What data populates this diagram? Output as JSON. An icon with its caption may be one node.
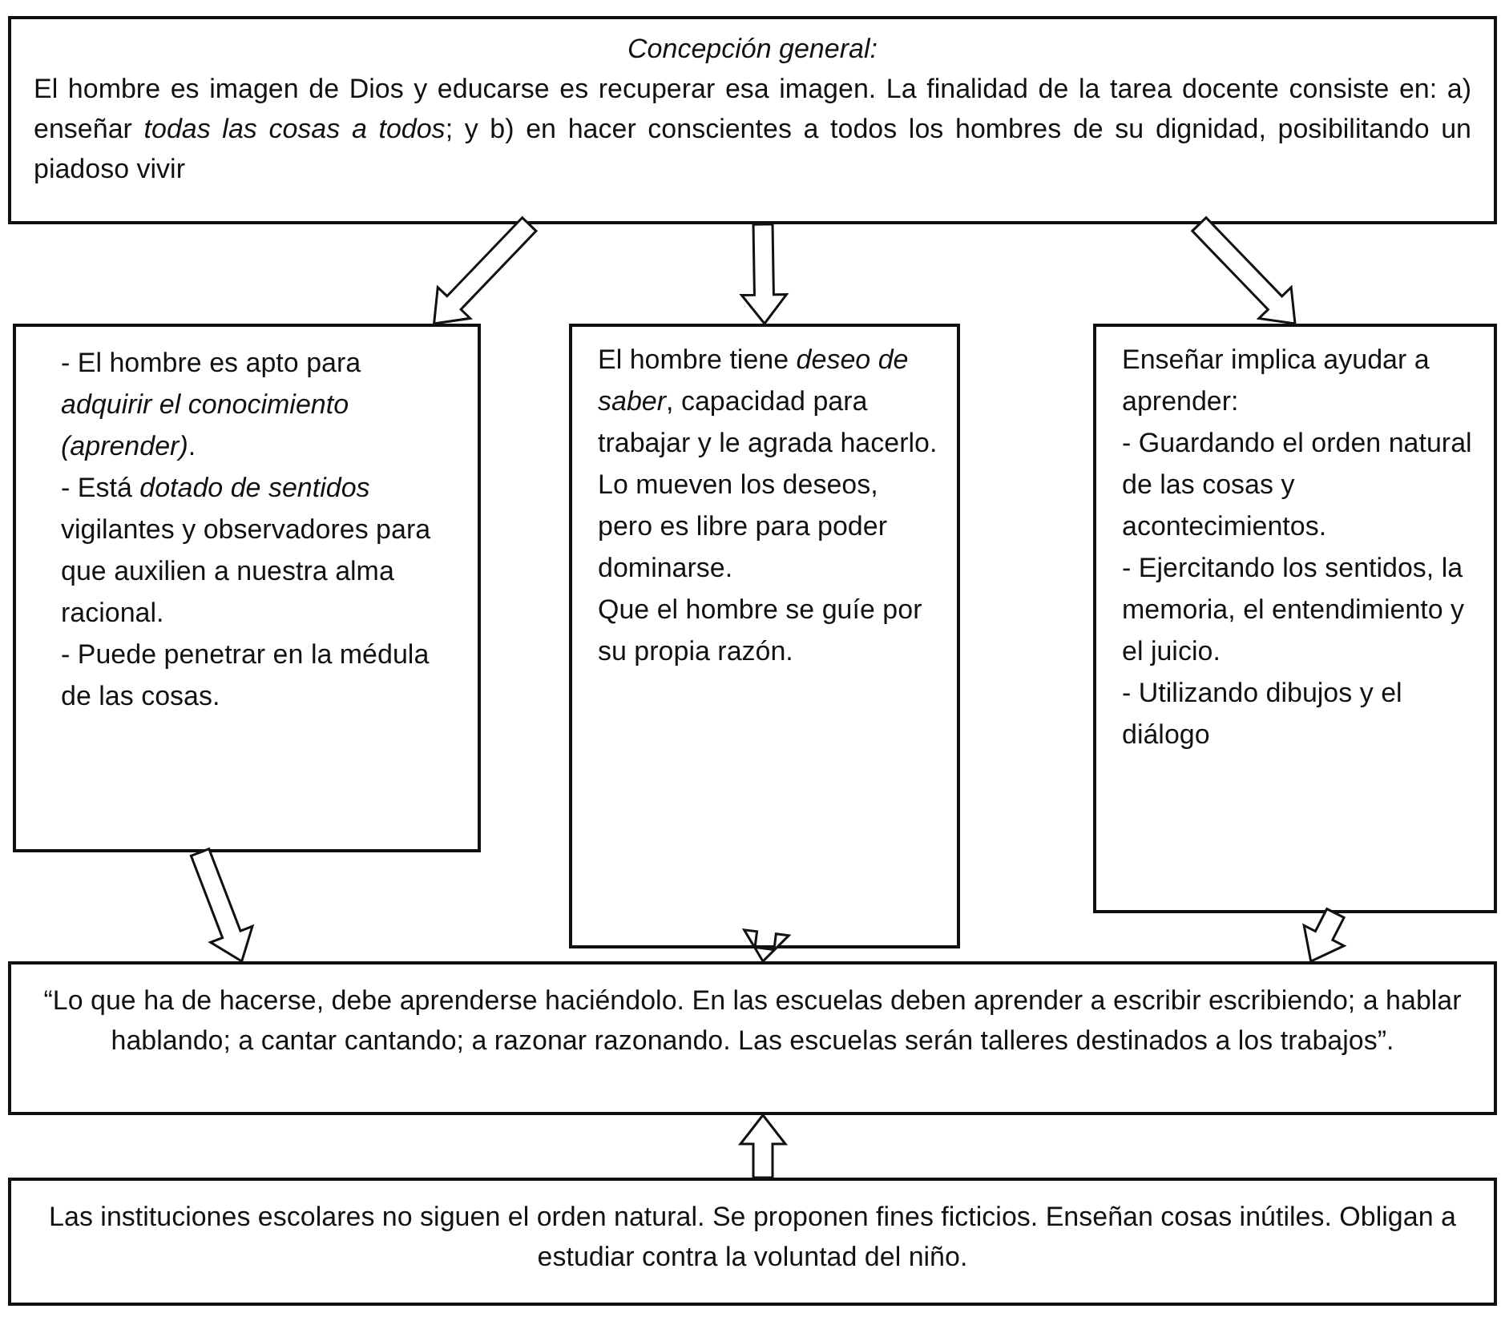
{
  "diagram": {
    "nodes": [
      {
        "text": [
          "Concepción general:",
          "El hombre es imagen de Dios y educarse es recuperar esa imagen. La finalidad de la tarea docente consiste en: a) enseñar *todas las cosas a todos*; y b) en hacer conscientes a todos los hombres de su dignidad, posibilitando un piadoso vivir"
        ]
      },
      {
        "text": [
          "- El hombre es apto para *adquirir el conocimiento (aprender)*.",
          "- Está *dotado de sentidos* vigilantes y observadores para que auxilien a nuestra alma racional.",
          "- Puede penetrar en la médula de las cosas."
        ]
      },
      {
        "text": [
          "El hombre tiene *deseo de saber*, capacidad para trabajar y le agrada hacerlo.",
          "Lo mueven los deseos, pero es libre para poder dominarse.",
          "Que el hombre se guíe por su propia razón."
        ]
      },
      {
        "text": [
          "Enseñar implica ayudar a aprender:",
          "- Guardando el orden natural de las cosas y acontecimientos.",
          "- Ejercitando los sentidos, la memoria, el entendimiento y el juicio.",
          "- Utilizando dibujos y el diálogo"
        ]
      },
      {
        "text": [
          "“Lo que ha de hacerse, debe aprenderse haciéndolo. En las escuelas deben aprender a escribir escribiendo; a hablar hablando; a cantar cantando; a razonar razonando. Las escuelas serán talleres destinados a los trabajos”."
        ]
      },
      {
        "text": [
          "Las instituciones escolares no siguen el orden natural. Se proponen fines ficticios. Enseñan cosas inútiles. Obligan a estudiar contra la voluntad del niño."
        ]
      }
    ],
    "edges": [
      {
        "from": 0,
        "to": 1,
        "arrow": "to"
      },
      {
        "from": 0,
        "to": 2,
        "arrow": "to"
      },
      {
        "from": 0,
        "to": 3,
        "arrow": "to"
      },
      {
        "from": 1,
        "to": 4,
        "arrow": "to"
      },
      {
        "from": 2,
        "to": 4,
        "arrow": "to"
      },
      {
        "from": 3,
        "to": 4,
        "arrow": "to"
      },
      {
        "from": 5,
        "to": 4,
        "arrow": "to"
      }
    ]
  }
}
